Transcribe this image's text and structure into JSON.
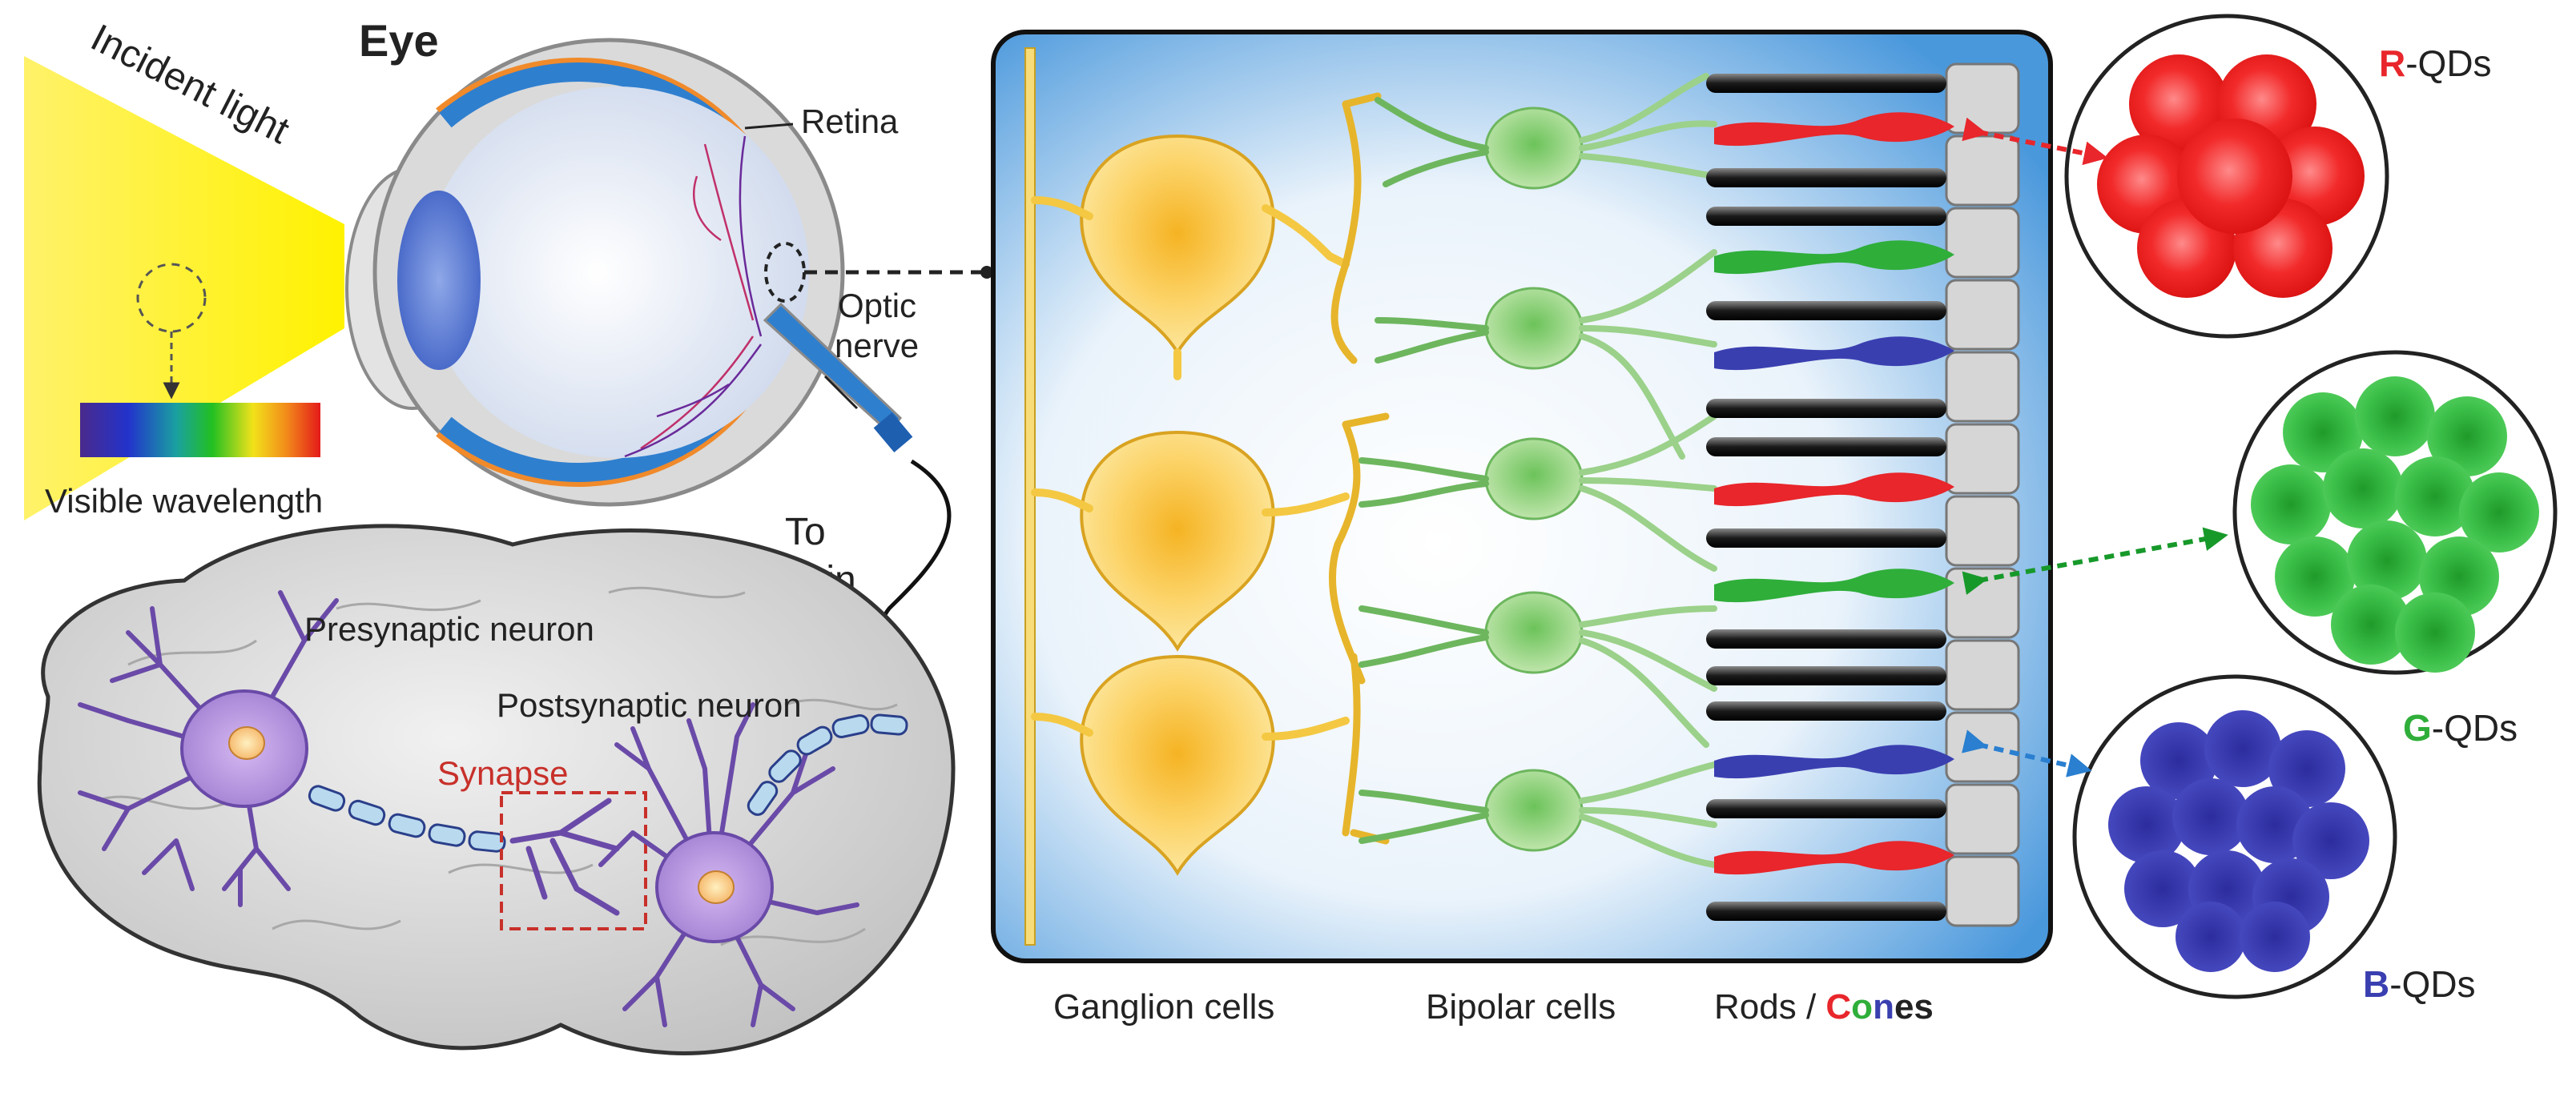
{
  "eye": {
    "title": "Eye",
    "incident_light": "Incident light",
    "visible_wavelength": "Visible wavelength",
    "retina": "Retina",
    "optic_nerve_line1": "Optic",
    "optic_nerve_line2": "nerve",
    "to_brain_line1": "To",
    "to_brain_line2": "brain"
  },
  "brain": {
    "presynaptic": "Presynaptic neuron",
    "postsynaptic": "Postsynaptic neuron",
    "synapse": "Synapse"
  },
  "retina_panel": {
    "ganglion": "Ganglion cells",
    "bipolar": "Bipolar cells",
    "rods_prefix": "Rods / ",
    "cones_c": "C",
    "cones_o": "o",
    "cones_n": "n",
    "cones_es": "es"
  },
  "qds": {
    "red_letter": "R",
    "green_letter": "G",
    "blue_letter": "B",
    "suffix": "-QDs"
  },
  "colors": {
    "red": "#e8262b",
    "green": "#2fae3a",
    "blue": "#3a3fb0",
    "light": "#fff000",
    "neuron": "#a78ad6",
    "ganglion": "#f6c948",
    "bipolar": "#a8d88c"
  }
}
